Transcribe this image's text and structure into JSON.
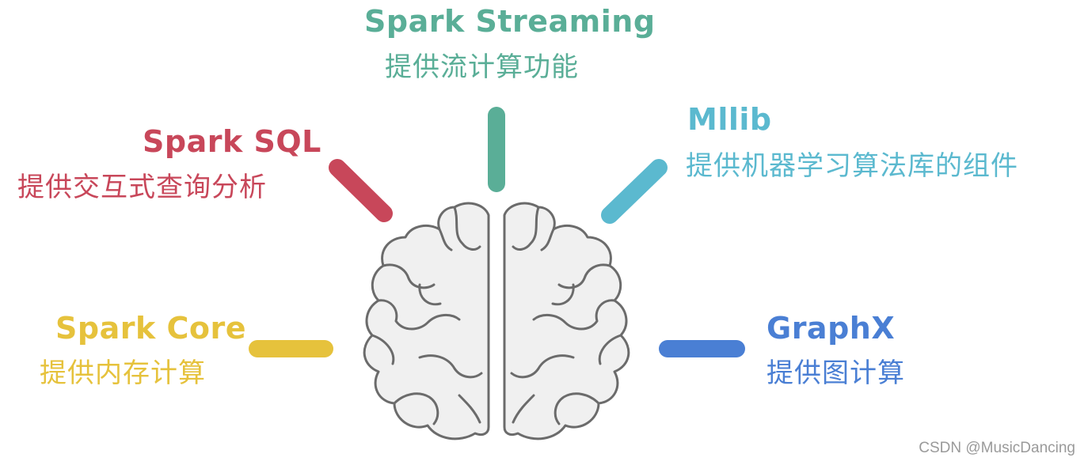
{
  "colors": {
    "streaming": "#5aae97",
    "sql": "#c8475a",
    "mllib": "#5bb9cf",
    "core": "#e6c23c",
    "graphx": "#4a7fd4",
    "brain_stroke": "#6b6b6b",
    "brain_fill": "#f0f0f0"
  },
  "icons": {
    "center": "brain-icon"
  },
  "components": {
    "streaming": {
      "title": "Spark Streaming",
      "desc": "提供流计算功能"
    },
    "sql": {
      "title": "Spark SQL",
      "desc": "提供交互式查询分析"
    },
    "mllib": {
      "title": "Mllib",
      "desc": "提供机器学习算法库的组件"
    },
    "core": {
      "title": "Spark Core",
      "desc": "提供内存计算"
    },
    "graphx": {
      "title": "GraphX",
      "desc": "提供图计算"
    }
  },
  "watermark": "CSDN @MusicDancing"
}
